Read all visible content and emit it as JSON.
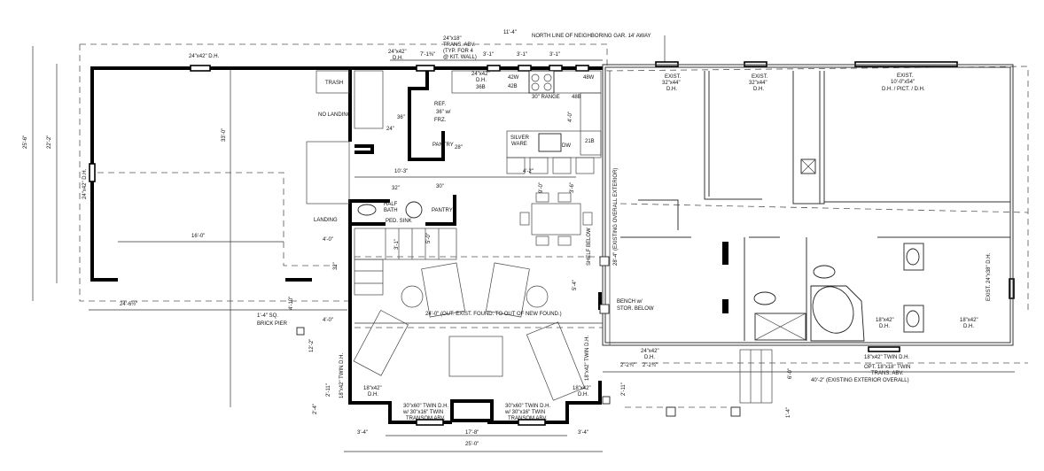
{
  "labels": {
    "north_line": "NORTH LINE OF NEIGHBORING GAR. 14' AWAY",
    "dim_11_4": "11'-4\"",
    "trans_1": "24\"x18\"",
    "trans_2": "TRANS. ABV.",
    "trans_3": "(TYP. FOR 4",
    "trans_4": "@ KIT. WALL)",
    "win_kit_1": "24\"x42\"",
    "win_kit_2": "D.H.",
    "dim_7_1": "7'-1⅜\"",
    "dim_3_1": "3'-1\"",
    "garage_top_window": "24\"x42\" D.H.",
    "trash": "TRASH",
    "no_landing": "NO LANDING",
    "garage_side_window": "24\"x42\" D.H.",
    "dim_25_6": "25'-6\"",
    "dim_22_2": "22'-2\"",
    "dim_33_0": "33'-0\"",
    "dim_16_0": "16'-0\"",
    "dim_24_6": "24'-6½\"",
    "landing": "LANDING",
    "dim_4_0": "4'-0\"",
    "door_32": "32\"",
    "dim_4_10": "4'-10\"",
    "pier_1": "1'-4\" SQ.",
    "pier_2": "BRICK PIER",
    "dim_12_2": "12'-2\"",
    "dim_2_11": "2'-11\"",
    "dim_2_4": "2'-4\"",
    "twin_dh_left": "18\"x42\" TWIN D.H.",
    "cab_36b_1": "24\"x42\"",
    "cab_36b_2": "D.H.",
    "cab_36b_3": "36B",
    "cab_42w": "42W",
    "cab_42b": "42B",
    "range": "30\" RANGE",
    "cab_48w": "48W",
    "cab_48b": "48B",
    "ref_1": "REF.",
    "ref_2": "36\" w/",
    "ref_3": "FRZ.",
    "pantry_kitchen": "PANTRY",
    "door_28": "28\"",
    "door_36": "36\"",
    "door_24": "24\"",
    "silver_1": "SILVER",
    "silver_2": "WARE",
    "dw": "DW",
    "cab_21b": "21B",
    "dim_4_0_v": "4'-0\"",
    "dim_10_3": "10'-3\"",
    "dim_4_2": "4'-2\"",
    "dim_9_0": "9'-0\"",
    "dim_3_6": "3'-6\"",
    "half_bath_1": "HALF",
    "half_bath_2": "BATH",
    "ped_sink": "PED. SINK",
    "pantry_hall": "PANTRY",
    "door_32b": "32\"",
    "door_30": "30\"",
    "dim_3_1_v": "3'-1\"",
    "dim_5_0": "5'-0\"",
    "shelf_below": "SHELF BELOW",
    "dim_28_4": "28'-4\" (EXISTING OVERALL EXTERIOR)",
    "dim_5_4": "5'-4\"",
    "found_note": "24'-0\" (OUT. EXIST. FOUND. TO OUT OF NEW FOUND.)",
    "bench_1": "BENCH w/",
    "bench_2": "STOR. BELOW",
    "bay_win_l_1": "18\"x42\"",
    "bay_win_l_2": "D.H.",
    "twin_1": "30\"x60\" TWIN D.H.",
    "twin_2": "w/ 30\"x16\" TWIN",
    "twin_3": "TRANSOM ABV.",
    "twin_dh_right": "18\"x42\" TWIN D.H.",
    "bay_win_r_1": "18\"x42\"",
    "bay_win_r_2": "D.H.",
    "dim_3_4": "3'-4\"",
    "dim_17_8": "17'-8\"",
    "dim_25_0": "25'-0\"",
    "porch_win_1": "24\"x42\"",
    "porch_win_2": "D.H.",
    "dim_2_2": "2'-2¾\"",
    "dim_6_0": "6'-0\"",
    "dim_1_4": "1'-4\"",
    "exist": "EXIST.",
    "exist_32x44": "32\"x44\"",
    "dh": "D.H.",
    "exist_10_0": "10'-0\"x54\"",
    "exist_dh_pict": "D.H. / PICT. / D.H.",
    "exist_24x38": "EXIST. 24\"x38\" D.H.",
    "bath_win": "18\"x42\"",
    "bath_twin": "18\"x42\" TWIN D.H.",
    "opt_1": "OPT. 18\"x18\" TWIN",
    "opt_2": "TRANS. ABV.",
    "dim_40_2": "40'-2\" (EXISTING EXTERIOR OVERALL)"
  }
}
